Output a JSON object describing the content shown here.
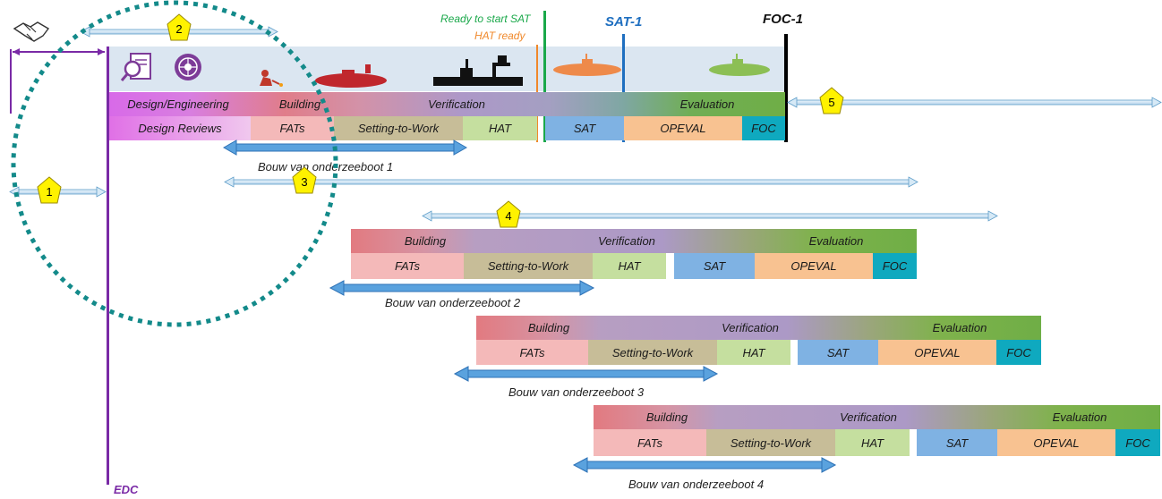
{
  "milestones": {
    "ready_sat": "Ready to start SAT",
    "hat_ready": "HAT ready",
    "sat1": "SAT-1",
    "foc1": "FOC-1",
    "edc": "EDC"
  },
  "badges": [
    "1",
    "2",
    "3",
    "4",
    "5"
  ],
  "boat1": {
    "top": {
      "design": "Design/Engineering",
      "building": "Building",
      "verification": "Verification",
      "evaluation": "Evaluation"
    },
    "bottom": {
      "reviews": "Design Reviews",
      "fats": "FATs",
      "stw": "Setting-to-Work",
      "hat": "HAT",
      "sat": "SAT",
      "opeval": "OPEVAL",
      "foc": "FOC"
    },
    "caption": "Bouw van onderzeeboot 1"
  },
  "boats": [
    {
      "top": {
        "building": "Building",
        "verification": "Verification",
        "evaluation": "Evaluation"
      },
      "bottom": {
        "fats": "FATs",
        "stw": "Setting-to-Work",
        "hat": "HAT",
        "sat": "SAT",
        "opeval": "OPEVAL",
        "foc": "FOC"
      },
      "caption": "Bouw van onderzeeboot 2"
    },
    {
      "top": {
        "building": "Building",
        "verification": "Verification",
        "evaluation": "Evaluation"
      },
      "bottom": {
        "fats": "FATs",
        "stw": "Setting-to-Work",
        "hat": "HAT",
        "sat": "SAT",
        "opeval": "OPEVAL",
        "foc": "FOC"
      },
      "caption": "Bouw van onderzeeboot 3"
    },
    {
      "top": {
        "building": "Building",
        "verification": "Verification",
        "evaluation": "Evaluation"
      },
      "bottom": {
        "fats": "FATs",
        "stw": "Setting-to-Work",
        "hat": "HAT",
        "sat": "SAT",
        "opeval": "OPEVAL",
        "foc": "FOC"
      },
      "caption": "Bouw van onderzeeboot 4"
    }
  ],
  "colors": {
    "edc_purple": "#7a2aa6",
    "ready_green": "#1aa84a",
    "hat_orange": "#f0882a",
    "sat_blue": "#1f6fc0",
    "foc_black": "#000000",
    "dotted_teal": "#138a8a",
    "badge_yellow": "#fff200",
    "fats_pink": "#f4b9b9",
    "stw_tan": "#c7bd98",
    "hat_green": "#c5df9f",
    "sat_cell": "#7fb2e3",
    "opeval_peach": "#f8c291",
    "foc_teal": "#0fa9bf",
    "reviews_grad": "#e070e6"
  },
  "icons": [
    "handshake-icon",
    "document-search-icon",
    "gear-network-icon",
    "welder-icon",
    "submarine-red-icon",
    "submarine-black-icon",
    "submarine-orange-icon",
    "submarine-green-icon"
  ]
}
